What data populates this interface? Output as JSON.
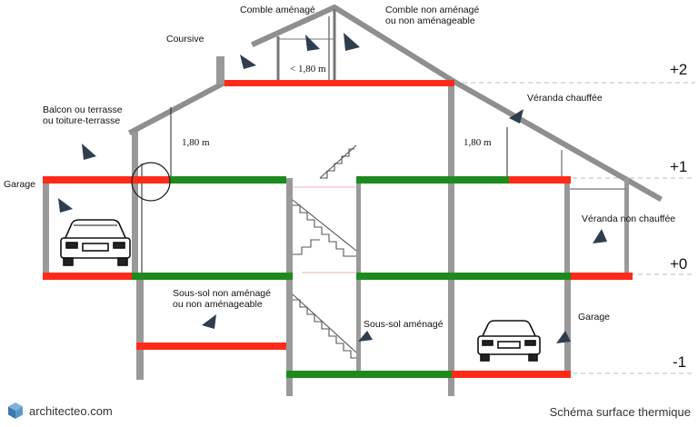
{
  "labels": {
    "comble_amenage": "Comble aménagé",
    "comble_non_line1": "Comble non aménagé",
    "comble_non_line2": "ou non aménageable",
    "coursive": "Coursive",
    "balcon_line1": "Balcon ou terrasse",
    "balcon_line2": "ou toiture-terrasse",
    "garage_left": "Garage",
    "veranda_chauffee": "Véranda chauffée",
    "veranda_non_chauffee": "Véranda non chauffée",
    "sous_sol_non_line1": "Sous-sol non aménagé",
    "sous_sol_non_line2": "ou non aménageable",
    "sous_sol_amenage": "Sous-sol aménagé",
    "garage_right": "Garage"
  },
  "measures": {
    "attic_height": "< 1,80 m",
    "left_height": "1,80 m",
    "right_height": "1,80 m"
  },
  "levels": [
    "+2",
    "+1",
    "+0",
    "-1"
  ],
  "brand": {
    "name": "architecteo.com"
  },
  "caption": "Schéma surface thermique",
  "colors": {
    "wall": "#999999",
    "counted_surface": "#1e8a1e",
    "excluded_surface": "#ff2a1a",
    "arrow": "#2e3e4e"
  }
}
